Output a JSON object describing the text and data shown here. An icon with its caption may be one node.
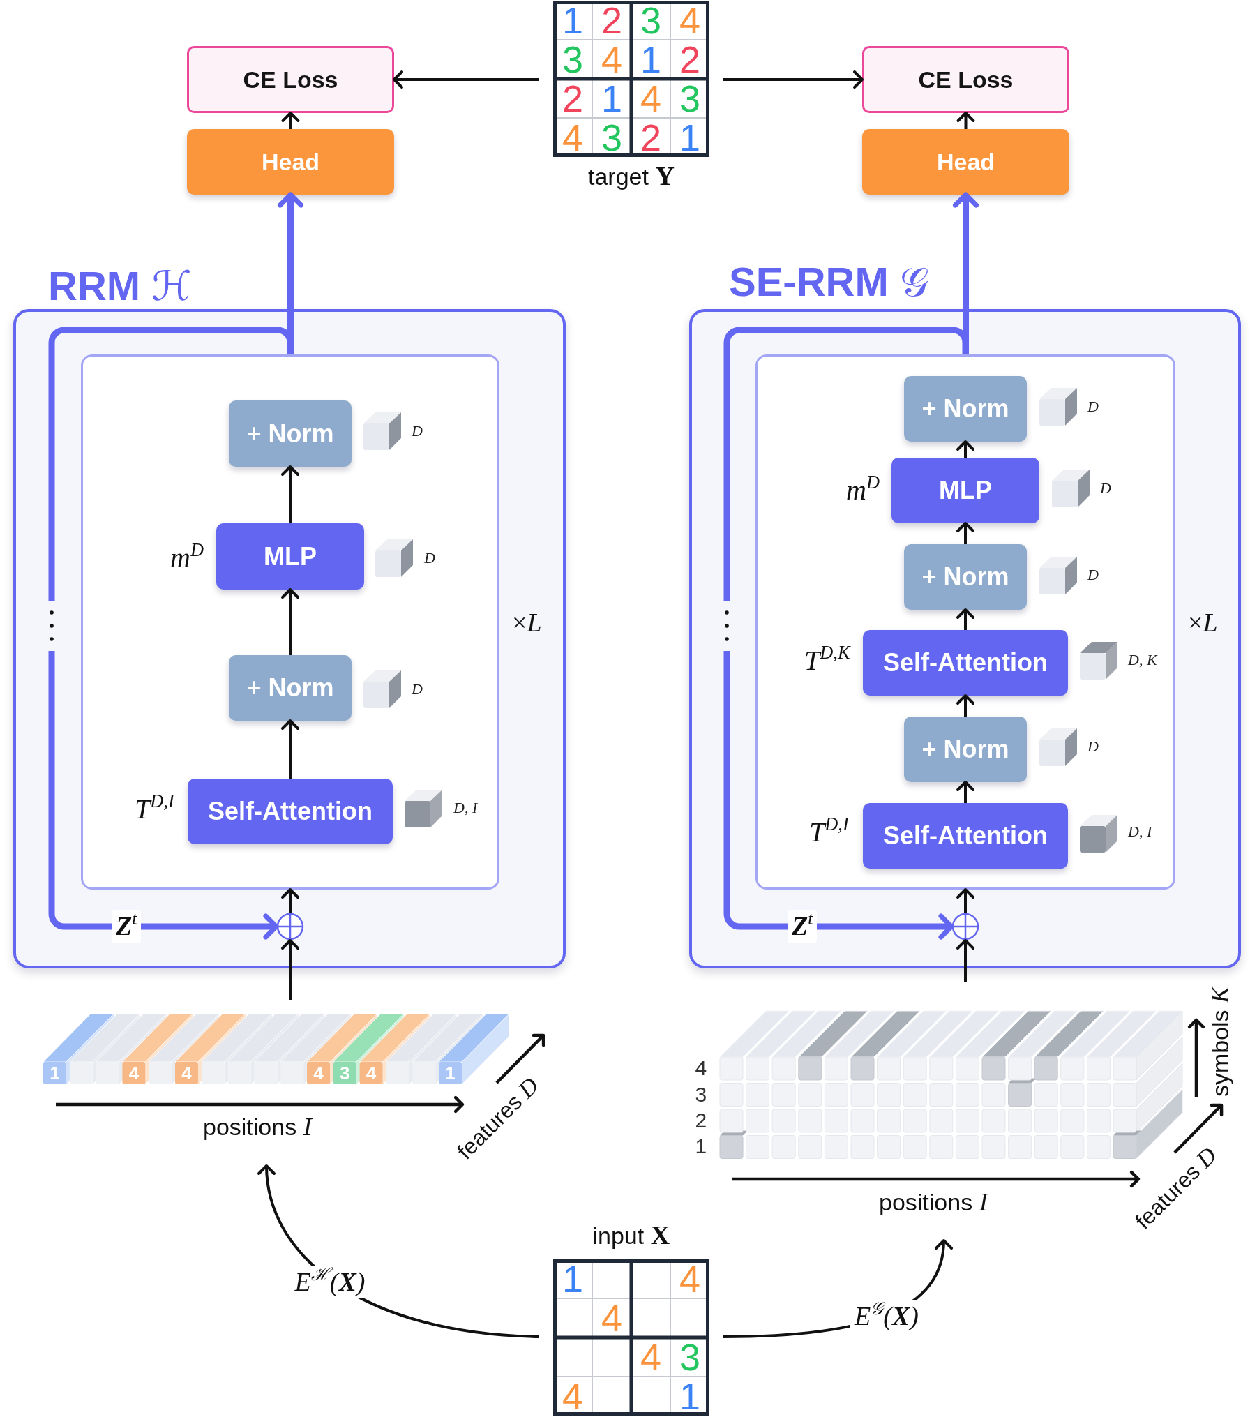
{
  "diagram": {
    "nodes": [
      {
        "text": [
          "1",
          "2",
          "3",
          "4",
          "3",
          "4",
          "1",
          "2",
          "2",
          "1",
          "4",
          "3",
          "4",
          "3",
          "2",
          "1"
        ],
        "beside": [
          "target **Y**"
        ]
      },
      {
        "text": [
          "CE Loss"
        ]
      },
      {
        "text": [
          "Head"
        ]
      },
      {
        "text": [
          "CE Loss"
        ]
      },
      {
        "text": [
          "Head"
        ]
      },
      {
        "text": [
          "**RRM** ℋ"
        ]
      },
      {
        "text": [],
        "shape": "box",
        "in": 5,
        "beside": [
          "×*L*"
        ]
      },
      {
        "text": [
          "+ Norm"
        ],
        "in": 6,
        "beside": [
          "D"
        ]
      },
      {
        "text": [
          "MLP"
        ],
        "in": 6,
        "beside": [
          "m$^{D}$",
          "D"
        ]
      },
      {
        "text": [
          "+ Norm"
        ],
        "in": 6,
        "beside": [
          "D"
        ]
      },
      {
        "text": [
          "Self-Attention"
        ],
        "in": 6,
        "beside": [
          "T$^{D,I}$",
          "D, I"
        ]
      },
      {
        "text": [],
        "shape": "circle",
        "in": 5
      },
      {
        "text": [
          "**SE-RRM** 𝒢"
        ]
      },
      {
        "text": [],
        "shape": "box",
        "in": 12,
        "beside": [
          "×*L*"
        ]
      },
      {
        "text": [
          "+ Norm"
        ],
        "in": 13,
        "beside": [
          "D"
        ]
      },
      {
        "text": [
          "MLP"
        ],
        "in": 13,
        "beside": [
          "m$^{D}$",
          "D"
        ]
      },
      {
        "text": [
          "+ Norm"
        ],
        "in": 13,
        "beside": [
          "D"
        ]
      },
      {
        "text": [
          "Self-Attention"
        ],
        "in": 13,
        "beside": [
          "T$^{D,K}$",
          "D, K"
        ]
      },
      {
        "text": [
          "+ Norm"
        ],
        "in": 13,
        "beside": [
          "D"
        ]
      },
      {
        "text": [
          "Self-Attention"
        ],
        "in": 13,
        "beside": [
          "T$^{D,I}$",
          "D, I"
        ]
      },
      {
        "text": [],
        "shape": "circle",
        "in": 12
      },
      {
        "text": [
          "1",
          "4",
          "4",
          "4",
          "3",
          "4",
          "1"
        ],
        "beside": [
          "positions *I*",
          "features *D*"
        ]
      },
      {
        "text": [],
        "shape": "picture",
        "beside": [
          "4",
          "3",
          "2",
          "1",
          "positions *I*",
          "features *D*",
          "symbols *K*"
        ]
      },
      {
        "text": [
          "1",
          "4",
          "4",
          "4",
          "3",
          "4",
          "1"
        ],
        "beside": [
          "input **X**"
        ]
      }
    ],
    "edges": [
      {
        "from": 0,
        "to": 1,
        "arrow": "to"
      },
      {
        "from": 0,
        "to": 3,
        "arrow": "to"
      },
      {
        "from": 2,
        "to": 1,
        "arrow": "to"
      },
      {
        "from": 4,
        "to": 3,
        "arrow": "to"
      },
      {
        "from": 6,
        "to": 2,
        "arrow": "to",
        "style": "thick",
        "color": "#6366f1"
      },
      {
        "from": 6,
        "to": 11,
        "arrow": "to",
        "label": "**Z**$^{t}$",
        "style": "thick",
        "color": "#6366f1"
      },
      {
        "from": 11,
        "to": 6,
        "arrow": "to"
      },
      {
        "from": 21,
        "to": 11,
        "arrow": "to"
      },
      {
        "from": 10,
        "to": 9,
        "arrow": "to"
      },
      {
        "from": 9,
        "to": 8,
        "arrow": "to"
      },
      {
        "from": 8,
        "to": 7,
        "arrow": "to"
      },
      {
        "from": 13,
        "to": 4,
        "arrow": "to",
        "style": "thick",
        "color": "#6366f1"
      },
      {
        "from": 13,
        "to": 20,
        "arrow": "to",
        "label": "**Z**$^{t}$",
        "style": "thick",
        "color": "#6366f1"
      },
      {
        "from": 20,
        "to": 13,
        "arrow": "to"
      },
      {
        "from": 22,
        "to": 20,
        "arrow": "to"
      },
      {
        "from": 19,
        "to": 18,
        "arrow": "to"
      },
      {
        "from": 18,
        "to": 17,
        "arrow": "to"
      },
      {
        "from": 17,
        "to": 16,
        "arrow": "to"
      },
      {
        "from": 16,
        "to": 15,
        "arrow": "to"
      },
      {
        "from": 15,
        "to": 14,
        "arrow": "to"
      },
      {
        "from": 23,
        "to": 21,
        "arrow": "to",
        "label": "E$^{ℋ}$(**X**)"
      },
      {
        "from": 23,
        "to": 22,
        "arrow": "to",
        "label": "E$^{𝒢}$(**X**)"
      }
    ]
  }
}
